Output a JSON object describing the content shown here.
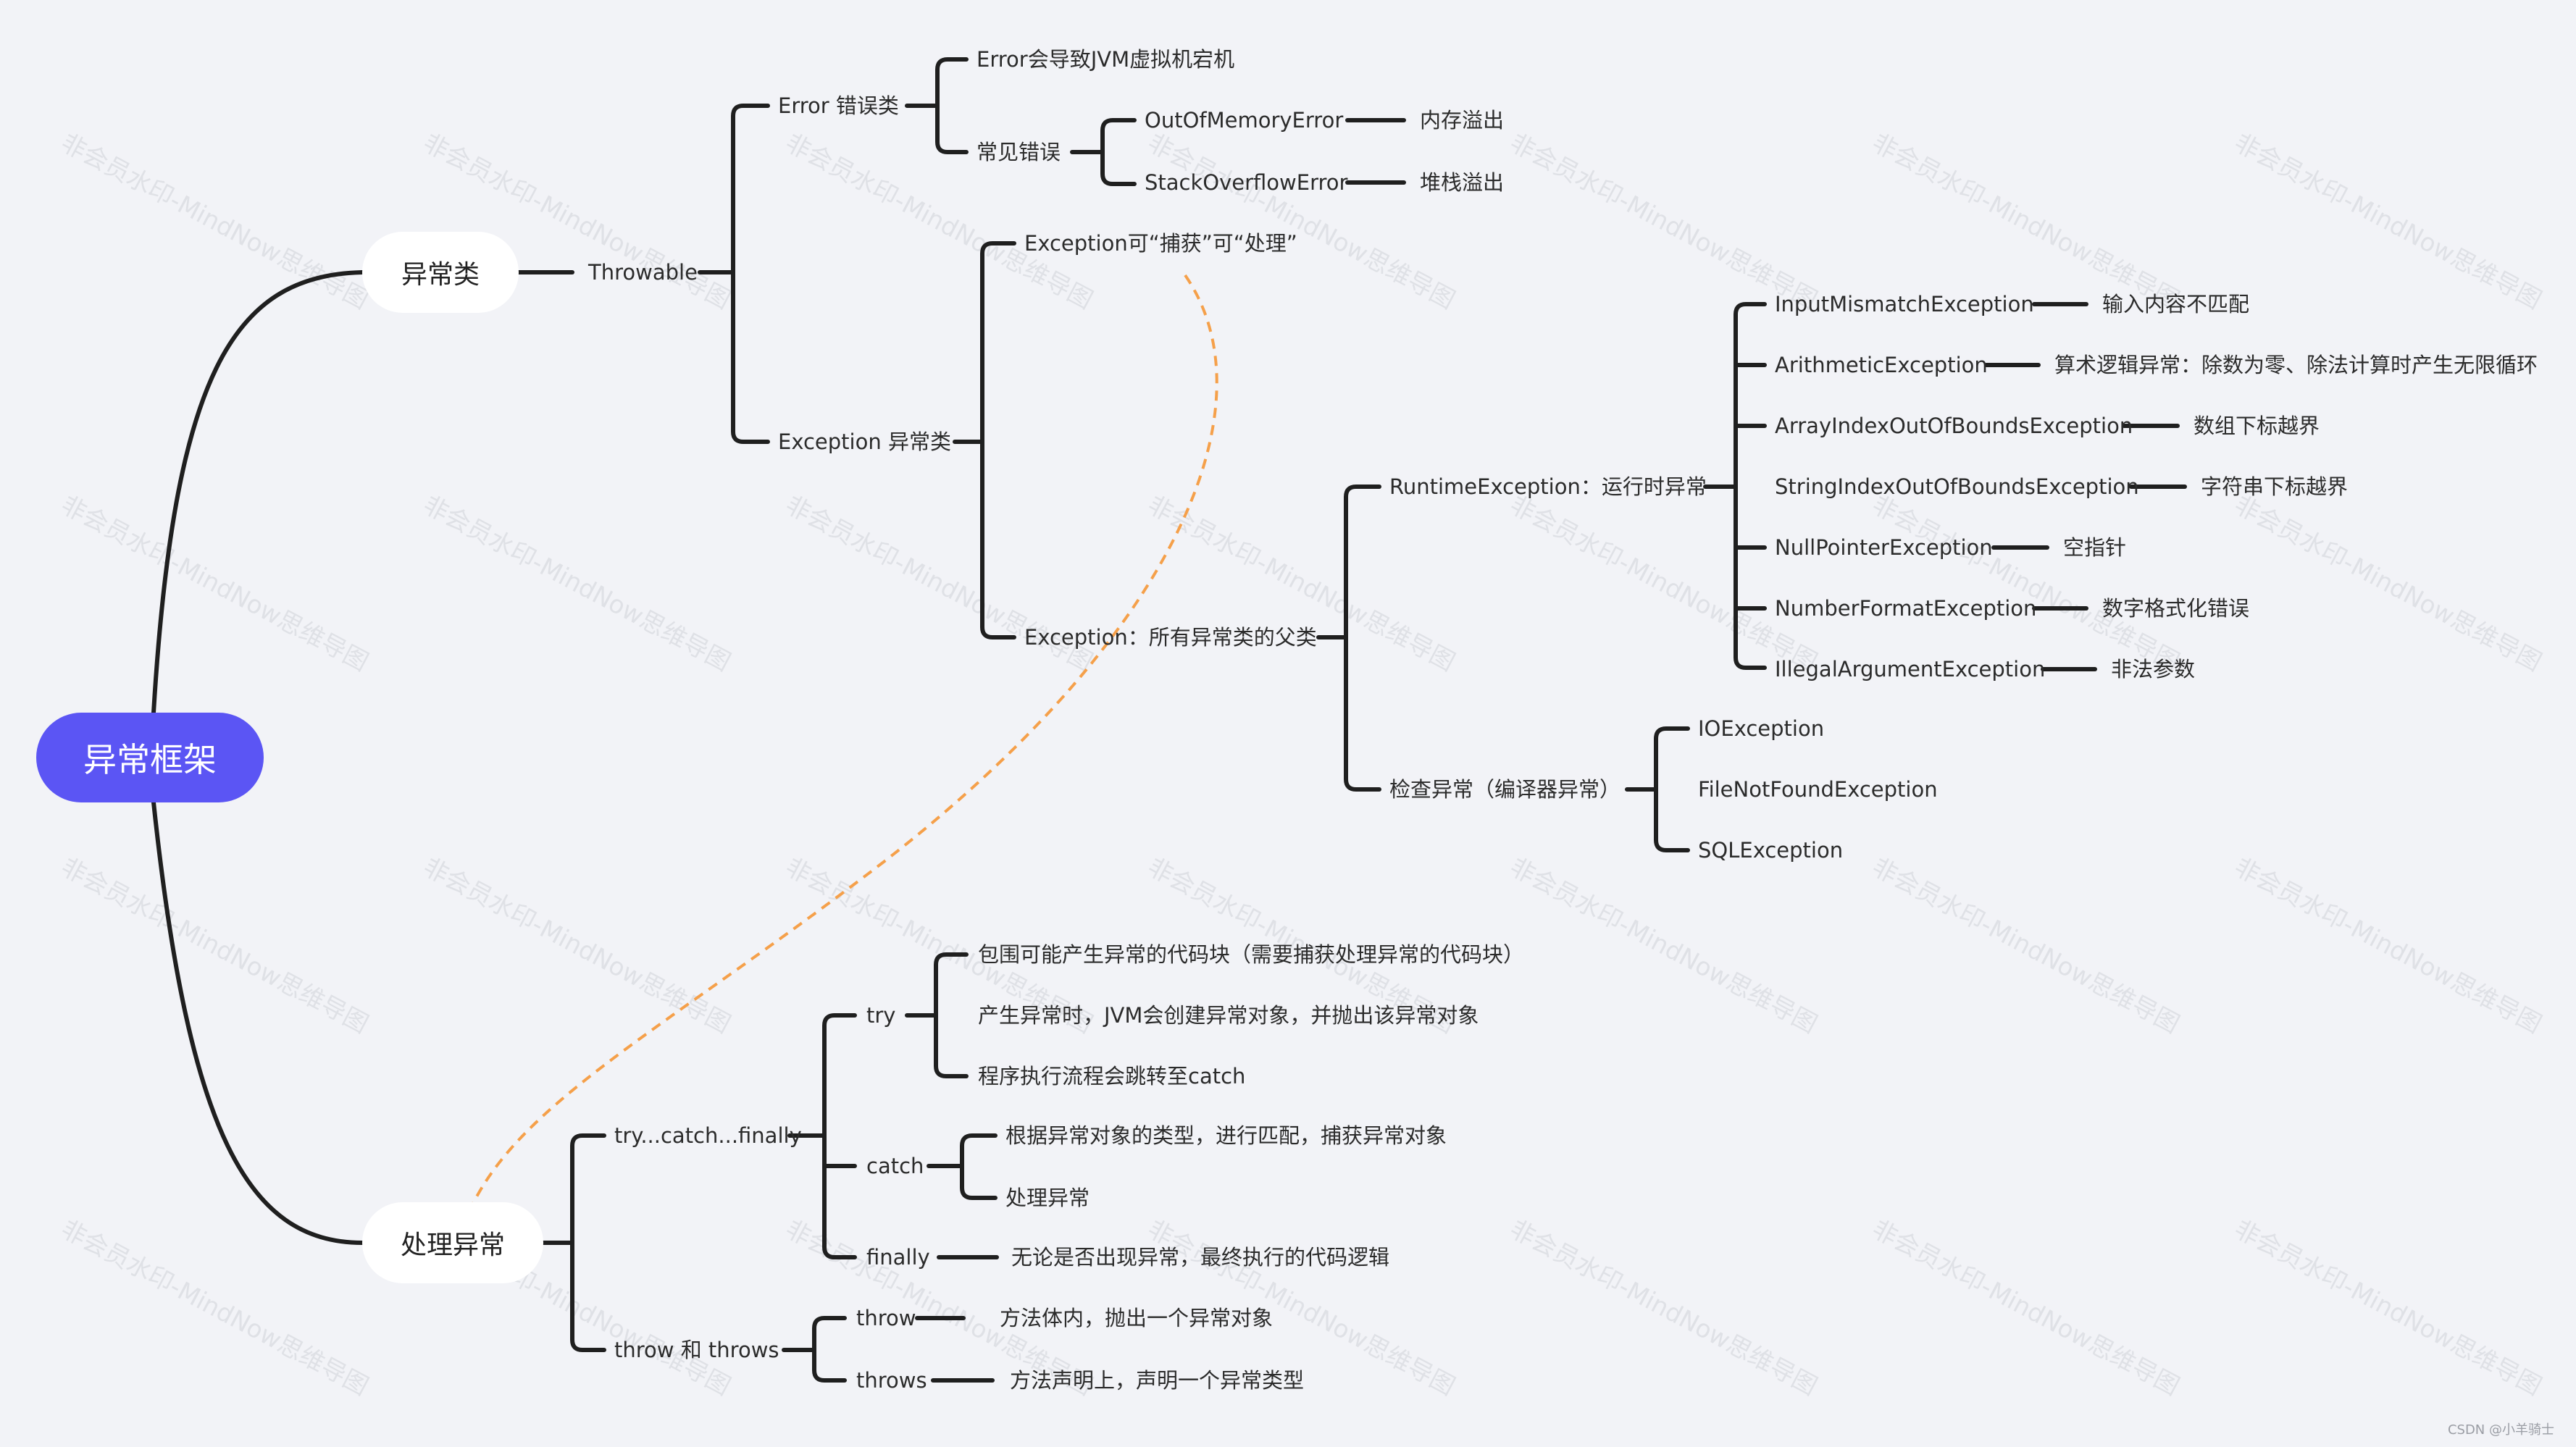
{
  "root": "异常框架",
  "branches": {
    "exceptions": "异常类",
    "handling": "处理异常"
  },
  "throwable": "Throwable",
  "error": {
    "label": "Error 错误类",
    "crash": "Error会导致JVM虚拟机宕机",
    "common": "常见错误",
    "oom": "OutOfMemoryError",
    "oom_desc": "内存溢出",
    "so": "StackOverflowError",
    "so_desc": "堆栈溢出"
  },
  "exception": {
    "label": "Exception 异常类",
    "catchable": "Exception可“捕获”可“处理”",
    "parent": "Exception：所有异常类的父类",
    "runtime": "RuntimeException：运行时异常",
    "runtime_items": [
      {
        "name": "InputMismatchException",
        "desc": "输入内容不匹配"
      },
      {
        "name": "ArithmeticException",
        "desc": "算术逻辑异常：除数为零、除法计算时产生无限循环"
      },
      {
        "name": "ArrayIndexOutOfBoundsException",
        "desc": "数组下标越界"
      },
      {
        "name": "StringIndexOutOfBoundsException",
        "desc": "字符串下标越界"
      },
      {
        "name": "NullPointerException",
        "desc": "空指针"
      },
      {
        "name": "NumberFormatException",
        "desc": "数字格式化错误"
      },
      {
        "name": "IllegalArgumentException",
        "desc": "非法参数"
      }
    ],
    "checked": "检查异常（编译器异常）",
    "checked_items": [
      "IOException",
      "FileNotFoundException",
      "SQLException"
    ]
  },
  "handling": {
    "tcf": "try...catch...finally",
    "try": "try",
    "try_items": [
      "包围可能产生异常的代码块（需要捕获处理异常的代码块）",
      "产生异常时，JVM会创建异常对象，并抛出该异常对象",
      "程序执行流程会跳转至catch"
    ],
    "catch": "catch",
    "catch_items": [
      "根据异常对象的类型，进行匹配，捕获异常对象",
      "处理异常"
    ],
    "finally": "finally",
    "finally_desc": "无论是否出现异常，最终执行的代码逻辑",
    "tt": "throw 和 throws",
    "throw": "throw",
    "throw_desc": "方法体内，抛出一个异常对象",
    "throws": "throws",
    "throws_desc": "方法声明上，声明一个异常类型"
  },
  "watermark": "非会员水印-MindNow思维导图",
  "credit": "CSDN @小羊骑士",
  "colors": {
    "root": "#5b55f4",
    "line": "#1f1f1f",
    "accent": "#f5a04a",
    "background": "#f2f3f7"
  }
}
